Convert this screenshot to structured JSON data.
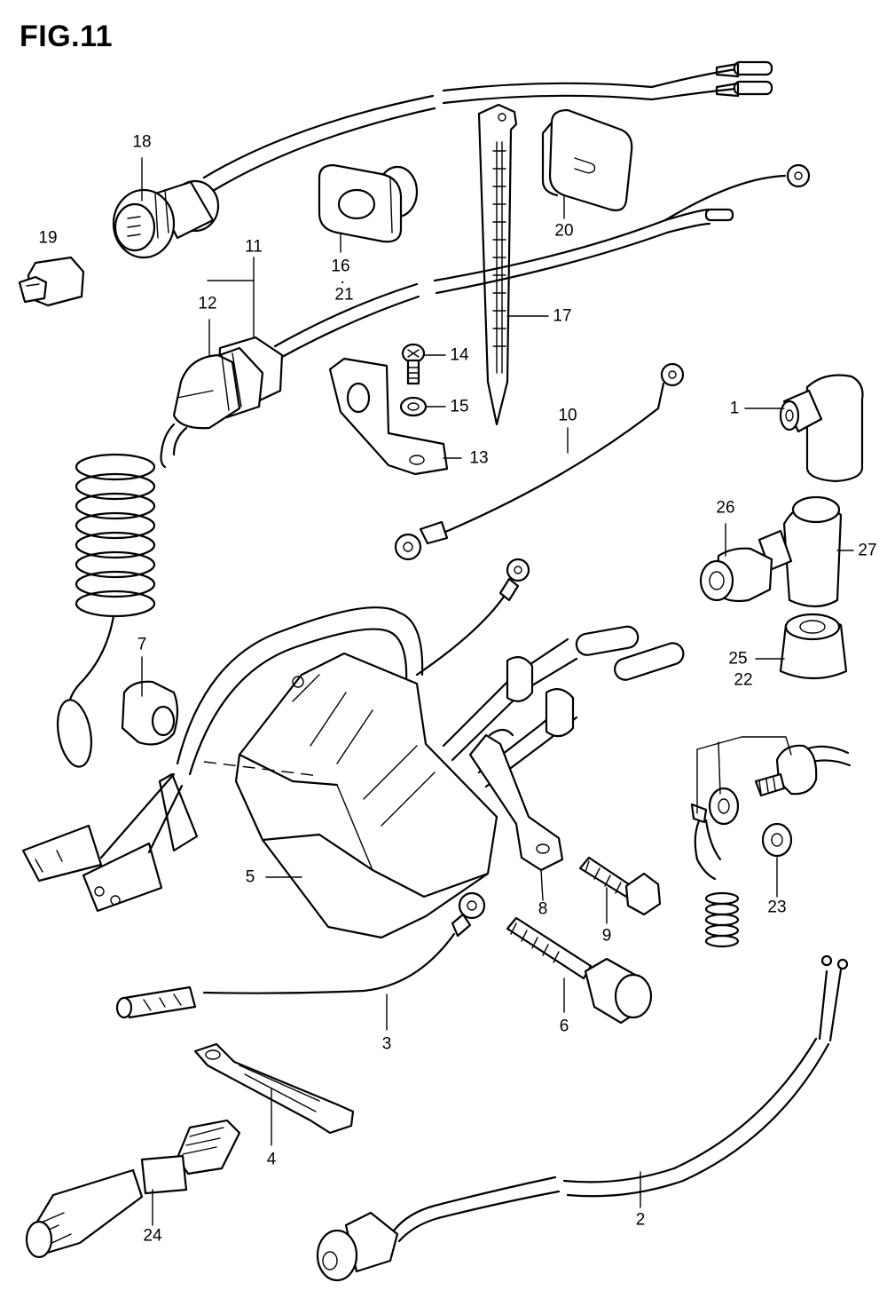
{
  "figure": {
    "title": "FIG.11"
  },
  "callouts": [
    {
      "id": "1",
      "text": "1"
    },
    {
      "id": "2",
      "text": "2"
    },
    {
      "id": "3",
      "text": "3"
    },
    {
      "id": "4",
      "text": "4"
    },
    {
      "id": "5",
      "text": "5"
    },
    {
      "id": "6",
      "text": "6"
    },
    {
      "id": "7",
      "text": "7"
    },
    {
      "id": "8",
      "text": "8"
    },
    {
      "id": "9",
      "text": "9"
    },
    {
      "id": "10",
      "text": "10"
    },
    {
      "id": "11",
      "text": "11"
    },
    {
      "id": "12",
      "text": "12"
    },
    {
      "id": "13",
      "text": "13"
    },
    {
      "id": "14",
      "text": "14"
    },
    {
      "id": "15",
      "text": "15"
    },
    {
      "id": "16",
      "text": "16"
    },
    {
      "id": "16dot",
      "text": "·"
    },
    {
      "id": "21",
      "text": "21"
    },
    {
      "id": "17",
      "text": "17"
    },
    {
      "id": "18",
      "text": "18"
    },
    {
      "id": "19",
      "text": "19"
    },
    {
      "id": "20",
      "text": "20"
    },
    {
      "id": "22",
      "text": "22"
    },
    {
      "id": "23",
      "text": "23"
    },
    {
      "id": "24",
      "text": "24"
    },
    {
      "id": "25",
      "text": "25"
    },
    {
      "id": "26",
      "text": "26"
    },
    {
      "id": "27",
      "text": "27"
    }
  ]
}
